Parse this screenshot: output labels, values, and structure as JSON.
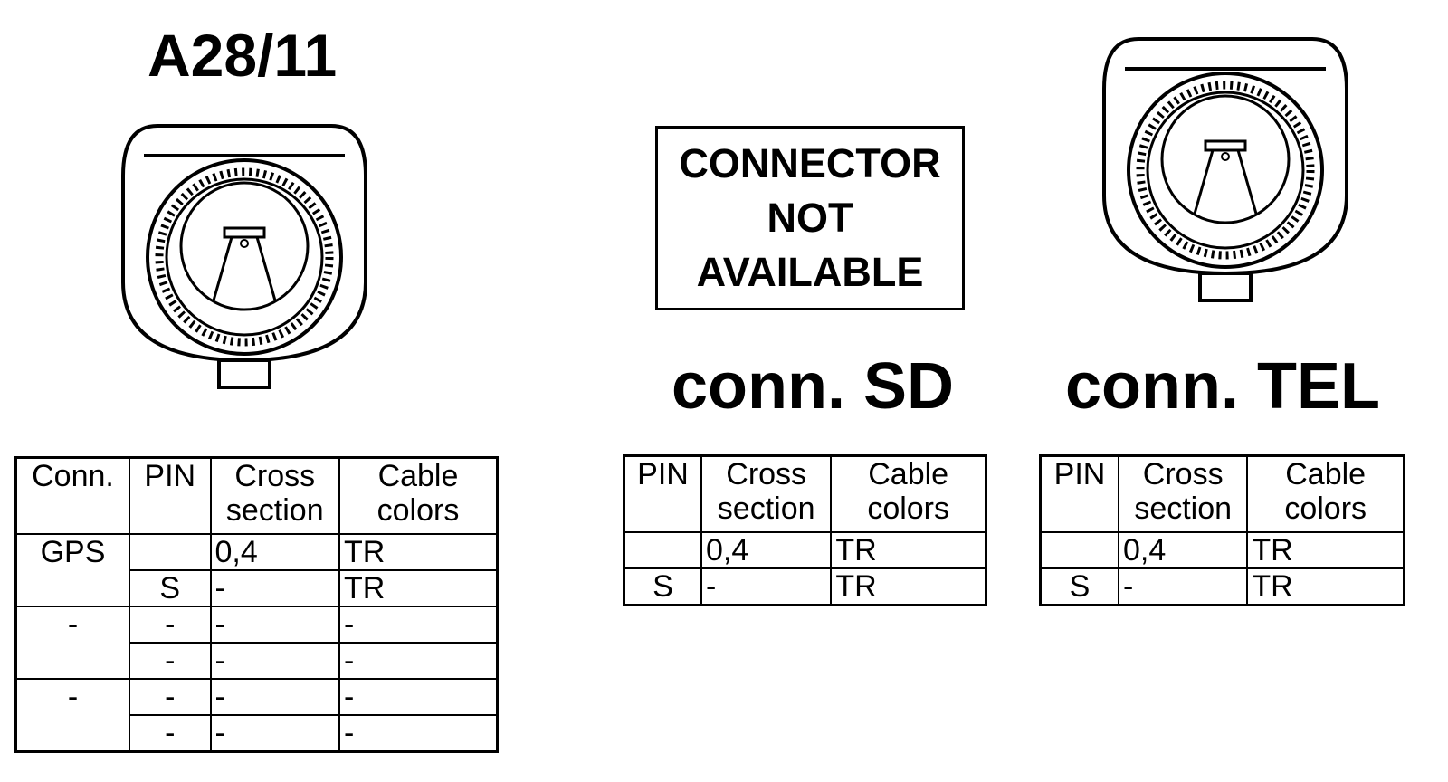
{
  "connectors": {
    "a28": {
      "title": "A28/11",
      "table": {
        "headers": [
          "Conn.",
          "PIN",
          "Cross section",
          "Cable colors"
        ],
        "groups": [
          {
            "conn": "GPS",
            "rows": [
              [
                "",
                "0,4",
                "TR"
              ],
              [
                "S",
                "-",
                "TR"
              ]
            ]
          },
          {
            "conn": "-",
            "rows": [
              [
                "-",
                "-",
                "-"
              ],
              [
                "-",
                "-",
                "-"
              ]
            ]
          },
          {
            "conn": "-",
            "rows": [
              [
                "-",
                "-",
                "-"
              ],
              [
                "-",
                "-",
                "-"
              ]
            ]
          }
        ]
      }
    },
    "sd": {
      "title": "conn. SD",
      "not_available": [
        "CONNECTOR",
        "NOT",
        "AVAILABLE"
      ],
      "table": {
        "headers": [
          "PIN",
          "Cross section",
          "Cable colors"
        ],
        "rows": [
          [
            "",
            "0,4",
            "TR"
          ],
          [
            "S",
            "-",
            "TR"
          ]
        ]
      }
    },
    "tel": {
      "title": "conn. TEL",
      "table": {
        "headers": [
          "PIN",
          "Cross section",
          "Cable colors"
        ],
        "rows": [
          [
            "",
            "0,4",
            "TR"
          ],
          [
            "S",
            "-",
            "TR"
          ]
        ]
      }
    }
  },
  "icons": {
    "a28": "coax-connector-icon",
    "tel": "coax-connector-icon"
  }
}
